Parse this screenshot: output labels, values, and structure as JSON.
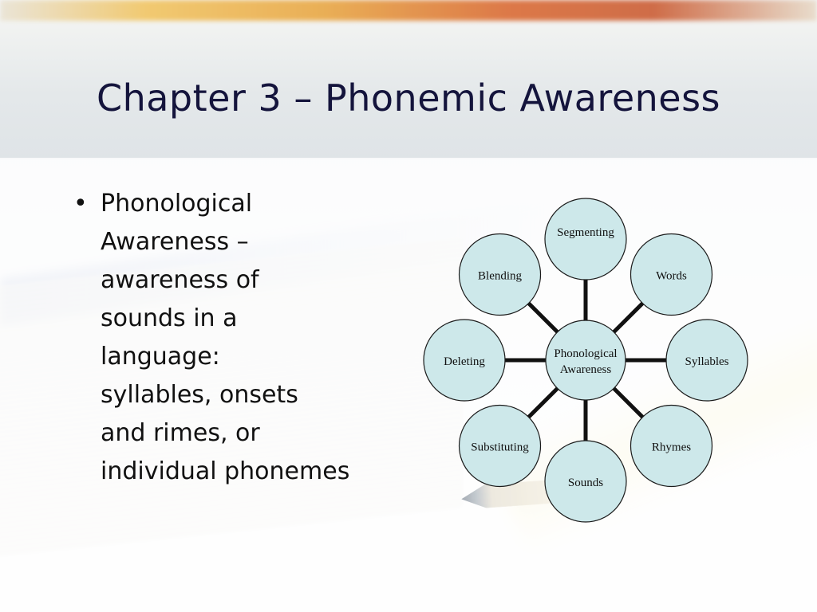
{
  "slide": {
    "title": "Chapter 3 – Phonemic Awareness",
    "bullets": [
      {
        "text": "Phonological\nAwareness –\nawareness of\nsounds in a\nlanguage:\nsyllables, onsets\nand rimes, or\nindividual phonemes"
      }
    ]
  },
  "diagram": {
    "center": {
      "label_lines": [
        "Phonological",
        "Awareness"
      ]
    },
    "nodes": [
      {
        "id": "segmenting",
        "label": "Segmenting",
        "angle_deg": -90
      },
      {
        "id": "words",
        "label": "Words",
        "angle_deg": -45
      },
      {
        "id": "syllables",
        "label": "Syllables",
        "angle_deg": 0
      },
      {
        "id": "rhymes",
        "label": "Rhymes",
        "angle_deg": 45
      },
      {
        "id": "sounds",
        "label": "Sounds",
        "angle_deg": 90
      },
      {
        "id": "substituting",
        "label": "Substituting",
        "angle_deg": 135
      },
      {
        "id": "deleting",
        "label": "Deleting",
        "angle_deg": 180
      },
      {
        "id": "blending",
        "label": "Blending",
        "angle_deg": 225
      }
    ],
    "colors": {
      "node_fill": "#cde8ea",
      "node_stroke": "#1a1a1a",
      "spoke": "#111111"
    }
  },
  "colors": {
    "title": "#14143c",
    "body_text": "#111111"
  }
}
